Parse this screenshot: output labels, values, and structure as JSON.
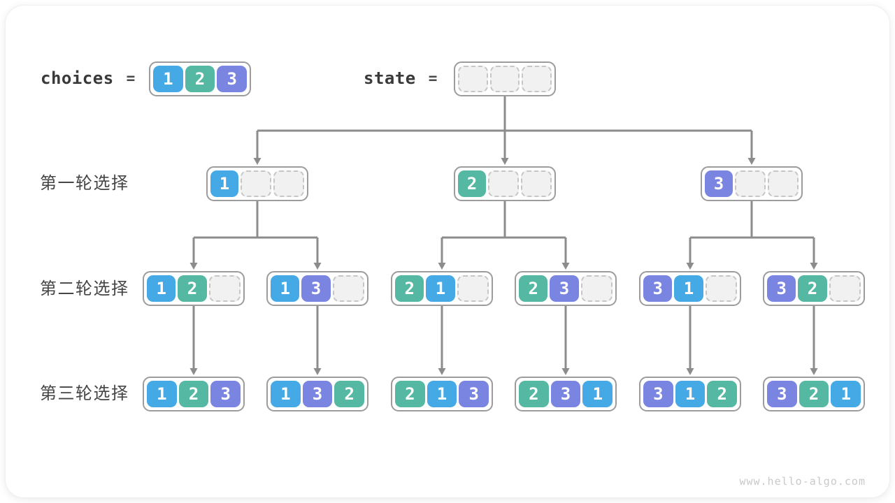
{
  "watermark": "www.hello-algo.com",
  "colors": {
    "value_1": "#45a9e6",
    "value_2": "#55b8a2",
    "value_3": "#7a85e2",
    "empty_fill": "#f1f1f1",
    "connector_line": "#8c8c8c",
    "node_border": "#9c9c9c"
  },
  "header": {
    "choices_label": "choices",
    "equals": "=",
    "choices_values": [
      "1",
      "2",
      "3"
    ],
    "state_label": "state",
    "state_values": [
      "",
      "",
      ""
    ]
  },
  "rows": [
    {
      "label": "第一轮选择",
      "nodes": [
        [
          "1",
          "",
          ""
        ],
        [
          "2",
          "",
          ""
        ],
        [
          "3",
          "",
          ""
        ]
      ]
    },
    {
      "label": "第二轮选择",
      "nodes": [
        [
          "1",
          "2",
          ""
        ],
        [
          "1",
          "3",
          ""
        ],
        [
          "2",
          "1",
          ""
        ],
        [
          "2",
          "3",
          ""
        ],
        [
          "3",
          "1",
          ""
        ],
        [
          "3",
          "2",
          ""
        ]
      ]
    },
    {
      "label": "第三轮选择",
      "nodes": [
        [
          "1",
          "2",
          "3"
        ],
        [
          "1",
          "3",
          "2"
        ],
        [
          "2",
          "1",
          "3"
        ],
        [
          "2",
          "3",
          "1"
        ],
        [
          "3",
          "1",
          "2"
        ],
        [
          "3",
          "2",
          "1"
        ]
      ]
    }
  ]
}
